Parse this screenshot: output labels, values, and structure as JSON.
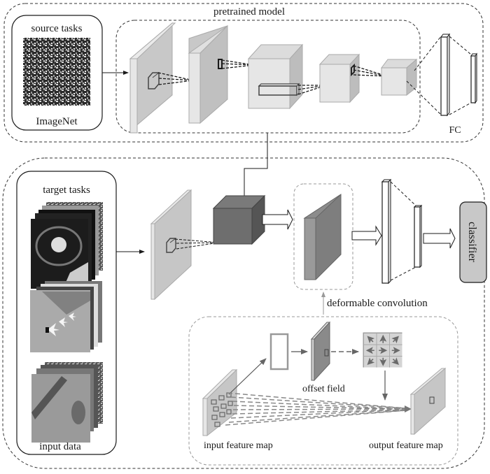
{
  "title": "Transfer learning with deformable convolution architecture",
  "top": {
    "group_label": "pretrained model",
    "source_box": {
      "title": "source tasks",
      "caption": "ImageNet"
    },
    "fc_label": "FC"
  },
  "bottom": {
    "target_box": {
      "title": "target tasks",
      "caption": "input data"
    },
    "deformable_label": "deformable convolution",
    "classifier_label": "classifier",
    "detail": {
      "offset_label": "offset field",
      "input_label": "input feature map",
      "output_label": "output feature map",
      "offset_grid_arrows": [
        "up-left",
        "up",
        "up-right",
        "left",
        "right",
        "right",
        "down-left",
        "down",
        "down-right"
      ]
    }
  },
  "colors": {
    "stroke": "#1a1a1a",
    "light_face": "#e6e6e6",
    "mid_face": "#c8c8c8",
    "side_face": "#b4b4b4",
    "dark_face": "#6e6e6e",
    "dark_side": "#555555",
    "deform_front": "#9a9a9a",
    "deform_side": "#7e7e7e",
    "classifier_fill": "#c8c8c8",
    "detail_gray": "#777777"
  }
}
